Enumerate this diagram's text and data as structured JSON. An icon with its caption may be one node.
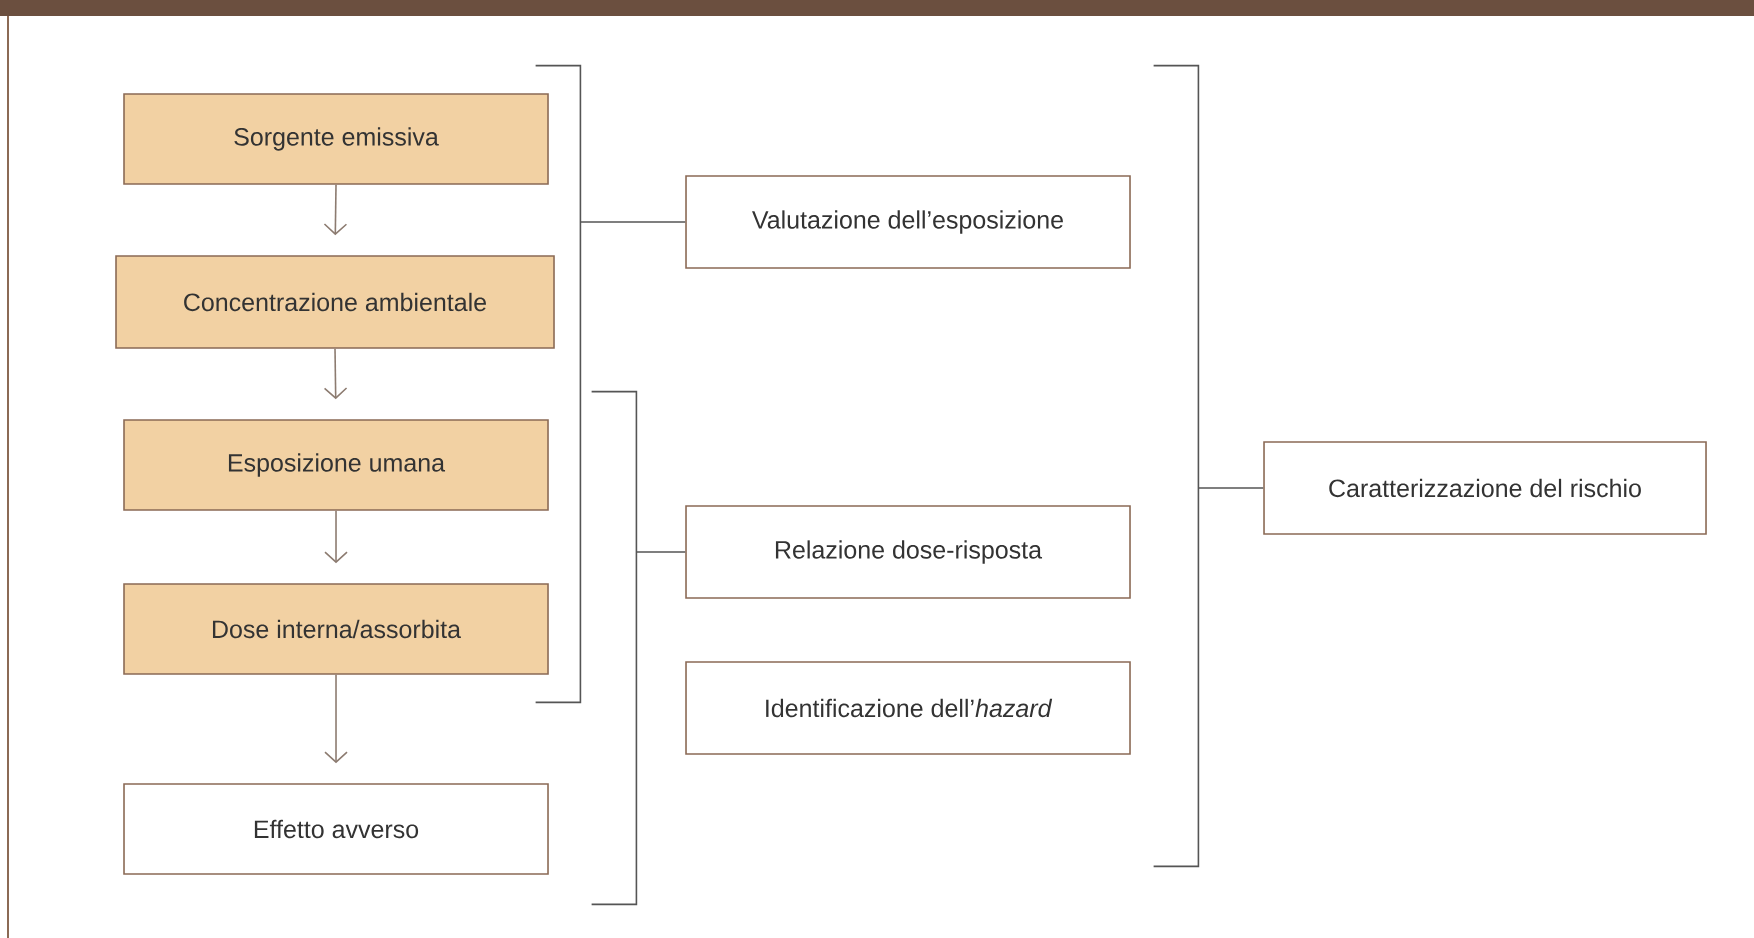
{
  "diagram": {
    "nodes": [
      {
        "text": [
          "Sorgente emissiva"
        ]
      },
      {
        "text": [
          "Concentrazione ambientale"
        ]
      },
      {
        "text": [
          "Esposizione umana"
        ]
      },
      {
        "text": [
          "Dose interna/assorbita"
        ]
      },
      {
        "text": [
          "Effetto avverso"
        ]
      },
      {
        "text": [],
        "shape": "bracket"
      },
      {
        "text": [
          "Valutazione dell’esposizione"
        ]
      },
      {
        "text": [],
        "shape": "bracket"
      },
      {
        "text": [
          "Relazione dose-risposta"
        ]
      },
      {
        "text": [
          "Identificazione dell’*hazard*"
        ]
      },
      {
        "text": [],
        "shape": "bracket"
      },
      {
        "text": [
          "Caratterizzazione del rischio"
        ]
      }
    ],
    "edges": [
      {
        "from": 0,
        "to": 1,
        "arrow": "to",
        "color": "#8c7b70"
      },
      {
        "from": 1,
        "to": 2,
        "arrow": "to",
        "color": "#8c7b70"
      },
      {
        "from": 2,
        "to": 3,
        "arrow": "to",
        "color": "#8c7b70"
      },
      {
        "from": 3,
        "to": 4,
        "arrow": "to",
        "color": "#8c7b70"
      },
      {
        "from": 5,
        "to": 6,
        "arrow": "none"
      },
      {
        "from": 7,
        "to": 8,
        "arrow": "none"
      },
      {
        "from": 10,
        "to": 11,
        "arrow": "none"
      }
    ]
  }
}
